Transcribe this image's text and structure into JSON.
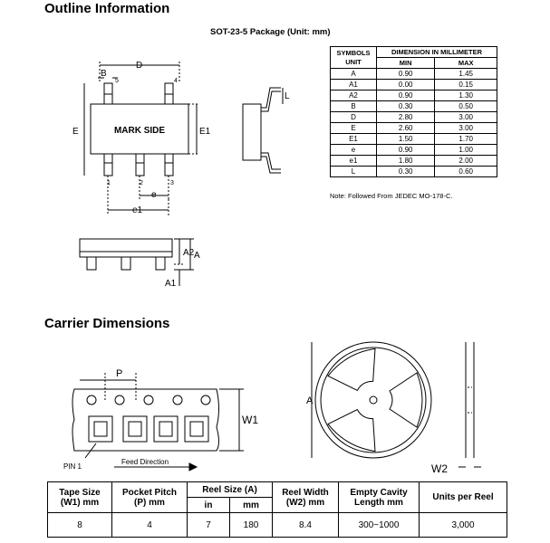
{
  "outline": {
    "title": "Outline Information",
    "package_caption": "SOT-23-5 Package (Unit: mm)",
    "mark_side": "MARK SIDE",
    "labels": {
      "D": "D",
      "B": "B",
      "E": "E",
      "E1": "E1",
      "e": "e",
      "e1": "e1",
      "L": "L",
      "A": "A",
      "A1": "A1",
      "A2": "A2"
    },
    "pins": [
      "1",
      "2",
      "3",
      "4",
      "5"
    ]
  },
  "dimension_table": {
    "header_symbols": "SYMBOLS",
    "header_unit": "UNIT",
    "header_dimension": "DIMENSION IN MILLIMETER",
    "header_min": "MIN",
    "header_max": "MAX",
    "rows": [
      {
        "symbol": "A",
        "min": "0.90",
        "max": "1.45"
      },
      {
        "symbol": "A1",
        "min": "0.00",
        "max": "0.15"
      },
      {
        "symbol": "A2",
        "min": "0.90",
        "max": "1.30"
      },
      {
        "symbol": "B",
        "min": "0.30",
        "max": "0.50"
      },
      {
        "symbol": "D",
        "min": "2.80",
        "max": "3.00"
      },
      {
        "symbol": "E",
        "min": "2.60",
        "max": "3.00"
      },
      {
        "symbol": "E1",
        "min": "1.50",
        "max": "1.70"
      },
      {
        "symbol": "e",
        "min": "0.90",
        "max": "1.00"
      },
      {
        "symbol": "e1",
        "min": "1.80",
        "max": "2.00"
      },
      {
        "symbol": "L",
        "min": "0.30",
        "max": "0.60"
      }
    ],
    "note": "Note: Followed From JEDEC MO-178-C."
  },
  "carrier": {
    "title": "Carrier Dimensions",
    "labels": {
      "P": "P",
      "W1": "W1",
      "A": "A",
      "W2": "W2",
      "pin1": "PIN 1",
      "feed": "Feed Direction"
    }
  },
  "carrier_table": {
    "headers": {
      "tape_size": "Tape Size",
      "tape_size2": "(W1) mm",
      "pocket_pitch": "Pocket Pitch",
      "pocket_pitch2": "(P) mm",
      "reel_size": "Reel Size (A)",
      "reel_in": "in",
      "reel_mm": "mm",
      "reel_width": "Reel Width",
      "reel_width2": "(W2) mm",
      "empty_cavity": "Empty Cavity",
      "empty_cavity2": "Length  mm",
      "units": "Units per Reel"
    },
    "values": {
      "tape_size": "8",
      "pocket_pitch": "4",
      "reel_in": "7",
      "reel_mm": "180",
      "reel_width": "8.4",
      "empty_cavity": "300~1000",
      "units": "3,000"
    }
  }
}
